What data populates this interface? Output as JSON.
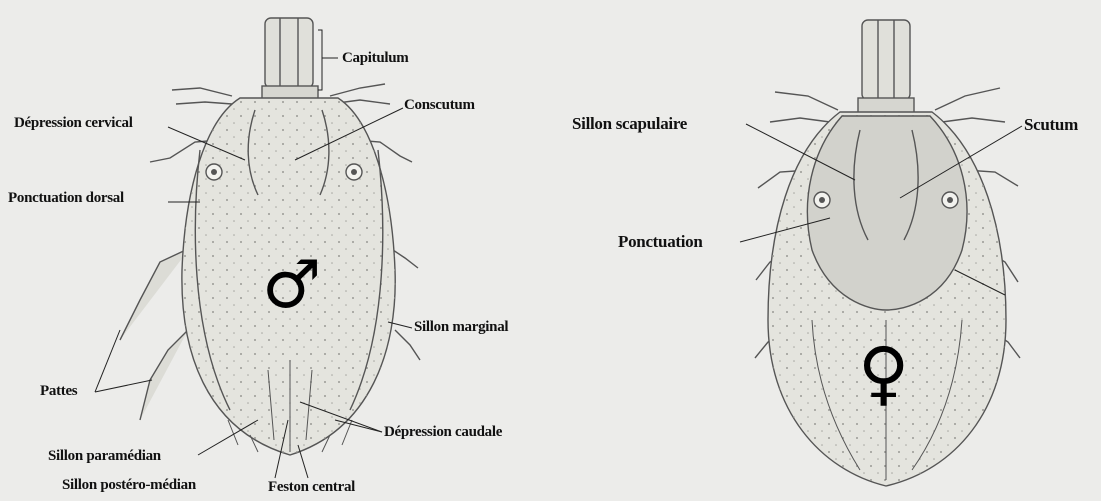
{
  "male": {
    "symbol": "♂",
    "labels": {
      "capitulum": "Capitulum",
      "conscutum": "Conscutum",
      "depression_cervical": "Dépression cervical",
      "ponctuation_dorsal": "Ponctuation dorsal",
      "sillon_marginal": "Sillon marginal",
      "pattes": "Pattes",
      "depression_caudale": "Dépression caudale",
      "sillon_paramedian": "Sillon paramédian",
      "sillon_postero_median": "Sillon postéro-médian",
      "feston_central": "Feston central"
    }
  },
  "female": {
    "symbol": "♀",
    "labels": {
      "sillon_scapulaire": "Sillon scapulaire",
      "scutum": "Scutum",
      "ponctuation": "Ponctuation"
    }
  }
}
